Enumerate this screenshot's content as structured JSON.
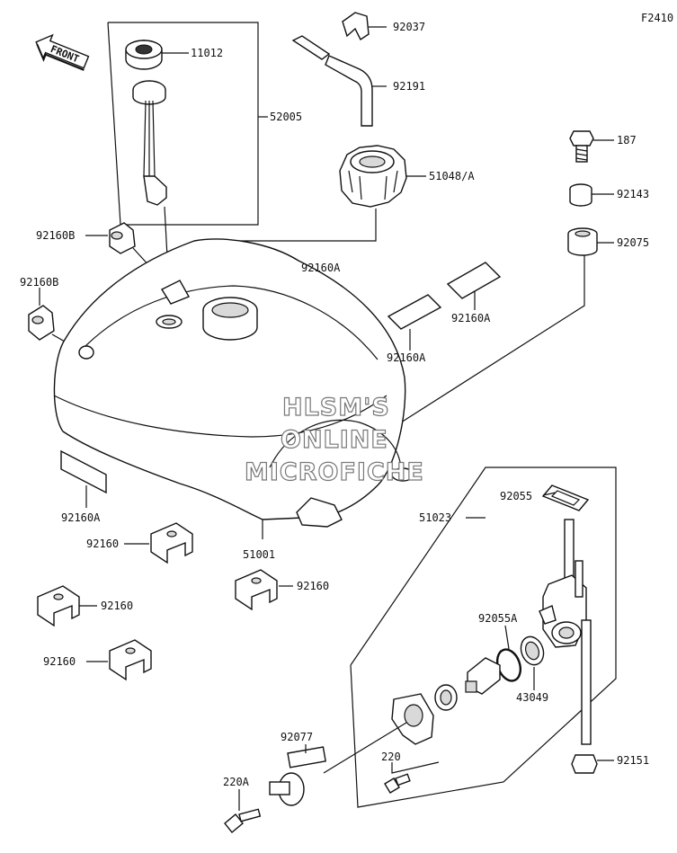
{
  "diagram_code": "F2410",
  "front_label": "FRONT",
  "watermark": [
    "HLSM'S",
    "ONLINE",
    "MICROFICHE"
  ],
  "callouts": {
    "p11012": "11012",
    "p52005": "52005",
    "p92037": "92037",
    "p92191": "92191",
    "p51048A": "51048/A",
    "p187": "187",
    "p92143": "92143",
    "p92075": "92075",
    "p92160B_1": "92160B",
    "p92160B_2": "92160B",
    "p92160A_1": "92160A",
    "p92160A_2": "92160A",
    "p92160A_3": "92160A",
    "p92160A_4": "92160A",
    "p51001": "51001",
    "p92160_1": "92160",
    "p92160_2": "92160",
    "p92160_3": "92160",
    "p92160_4": "92160",
    "p51023": "51023",
    "p92055": "92055",
    "p92055A": "92055A",
    "p43049": "43049",
    "p92077": "92077",
    "p220": "220",
    "p220A": "220A",
    "p92151": "92151"
  }
}
